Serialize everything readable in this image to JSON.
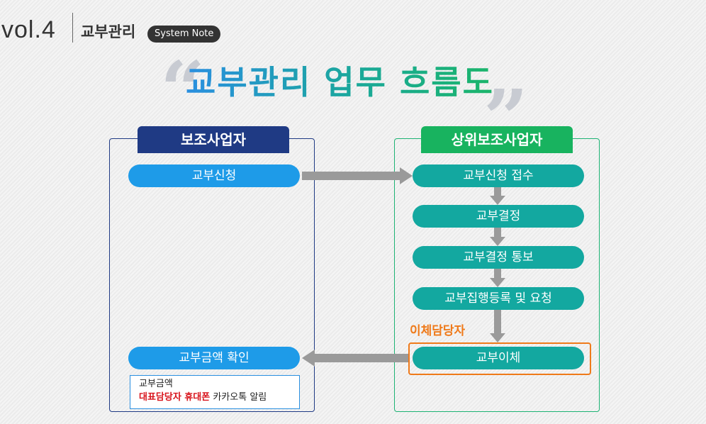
{
  "header": {
    "vol": "vol.4",
    "series_title": "교부관리",
    "badge": "System Note"
  },
  "title": "교부관리 업무 흐름도",
  "quotes": {
    "open": "“",
    "close": "”"
  },
  "left_column": {
    "header": "보조사업자",
    "steps": [
      "교부신청",
      "교부금액 확인"
    ],
    "note": {
      "line1": "교부금액",
      "line2_highlight": "대표담당자 휴대폰",
      "line2_rest": " 카카오톡 알림"
    }
  },
  "right_column": {
    "header": "상위보조사업자",
    "steps": [
      "교부신청 접수",
      "교부결정",
      "교부결정 통보",
      "교부집행등록 및 요청",
      "교부이체"
    ],
    "transfer_label": "이체담당자"
  },
  "colors": {
    "left_header": "#1f3a84",
    "right_header": "#18b35f",
    "left_pill": "#1e9be8",
    "right_pill": "#13a8a0",
    "arrow": "#9a9a9a",
    "highlight": "#ef7a1a",
    "note_highlight": "#d8141c"
  }
}
